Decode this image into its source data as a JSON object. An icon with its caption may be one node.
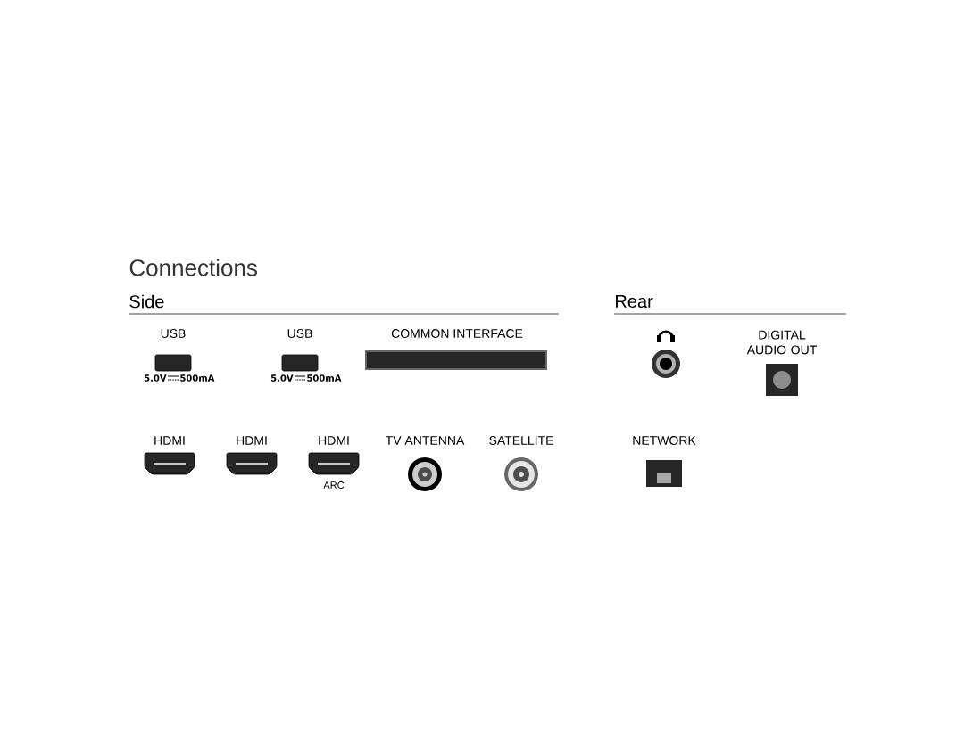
{
  "diagram": {
    "title": "Connections",
    "labels": [
      "Side",
      "Rear",
      "USB",
      "USB",
      "COMMON INTERFACE",
      "DIGITAL AUDIO OUT",
      "5.0V",
      "500mA",
      "5.0V",
      "500mA",
      "HDMI",
      "HDMI",
      "HDMI",
      "TV ANTENNA",
      "SATELLITE",
      "NETWORK",
      "ARC"
    ]
  }
}
